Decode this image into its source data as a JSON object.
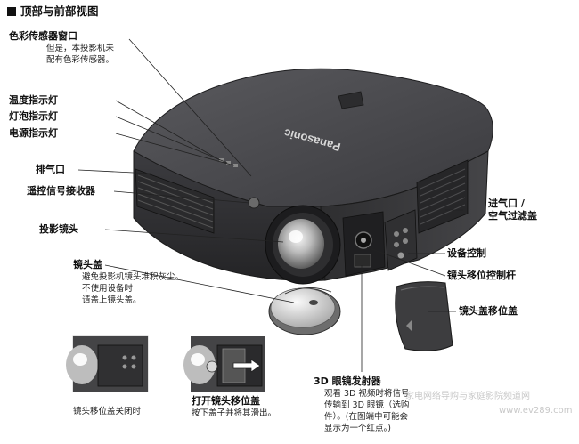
{
  "title": "顶部与前部视图",
  "labels": {
    "color_sensor": "色彩传感器窗口",
    "temp_led": "温度指示灯",
    "lamp_led": "灯泡指示灯",
    "power_led": "电源指示灯",
    "exhaust": "排气口",
    "remote_receiver": "遥控信号接收器",
    "lens": "投影镜头",
    "lens_cap": "镜头盖",
    "intake": [
      "进气口 /",
      "空气过滤盖"
    ],
    "controls": "设备控制",
    "lens_shift_lever": "镜头移位控制杆",
    "shift_cover": "镜头盖移位盖",
    "emitter_3d": "3D 眼镜发射器",
    "open_cover": "打开镜头移位盖"
  },
  "notes": {
    "color_sensor": [
      "但是，本投影机未",
      "配有色彩传感器。"
    ],
    "lens_cap": [
      "避免投影机镜头堆积灰尘。",
      "不使用设备时",
      "请盖上镜头盖。"
    ],
    "emitter_3d": [
      "观看 3D 视频时将信号",
      "传输到 3D 眼镜（选购",
      "件）。(在图端中可能会",
      "显示为一个红点。)"
    ],
    "cover_closed": "镜头移位盖关闭时",
    "open_cover": "按下盖子并将其滑出。"
  },
  "brand": "Panasonic",
  "watermark": [
    "家电网络导购与家庭影院频道网",
    "www.ev289.com"
  ],
  "colors": {
    "body": "#3a3a3c",
    "body_top": "#4a4a4d",
    "leader": "#222222"
  }
}
